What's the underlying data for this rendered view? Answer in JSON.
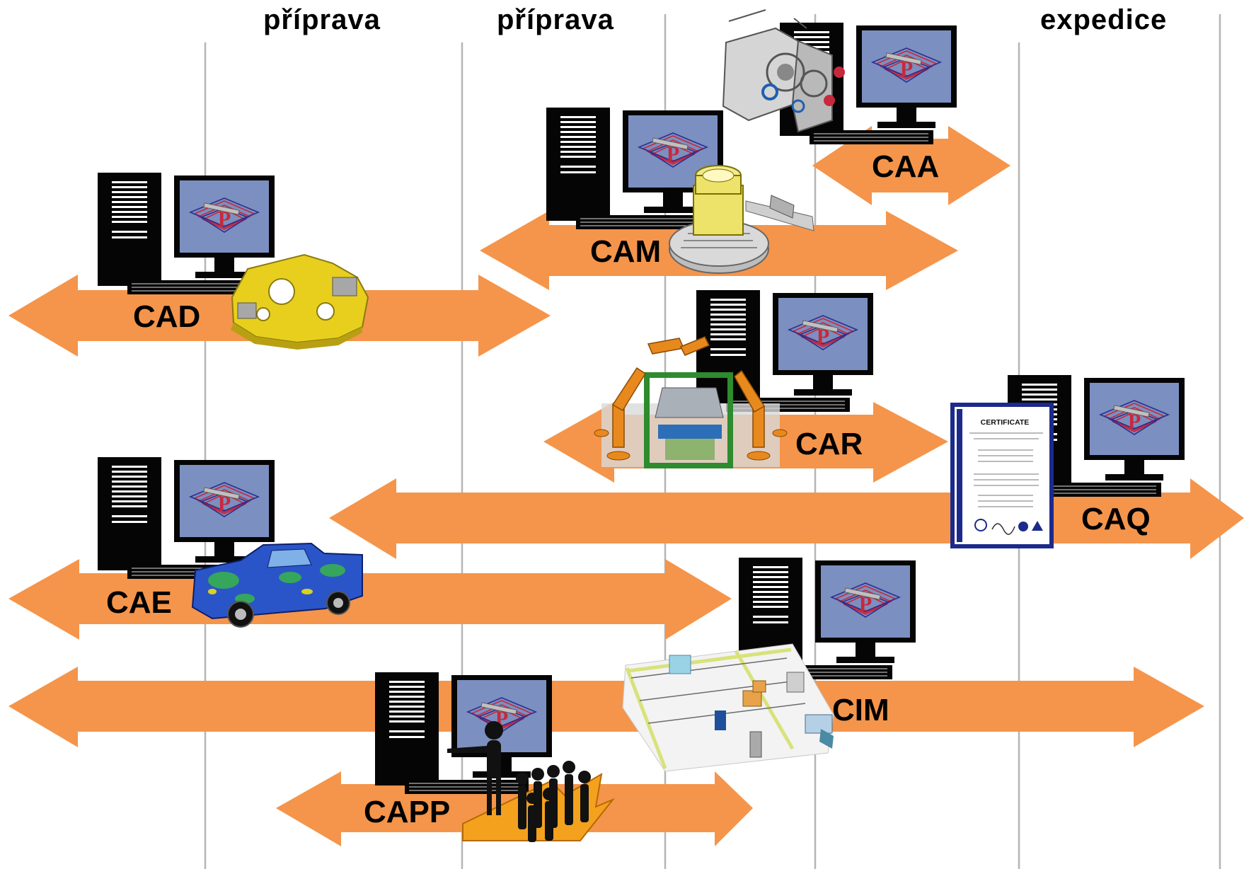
{
  "headers": [
    "příprava",
    "příprava",
    "expedice"
  ],
  "systems": {
    "cad": "CAD",
    "cam": "CAM",
    "caa": "CAA",
    "car": "CAR",
    "caq": "CAQ",
    "cae": "CAE",
    "cim": "CIM",
    "capp": "CAPP"
  },
  "certificate": {
    "title": "CERTIFICATE"
  },
  "colors": {
    "arrow": "#F4954B",
    "screen": "#7B8FC0",
    "tower": "#050505",
    "divider": "#B5B5B5"
  }
}
